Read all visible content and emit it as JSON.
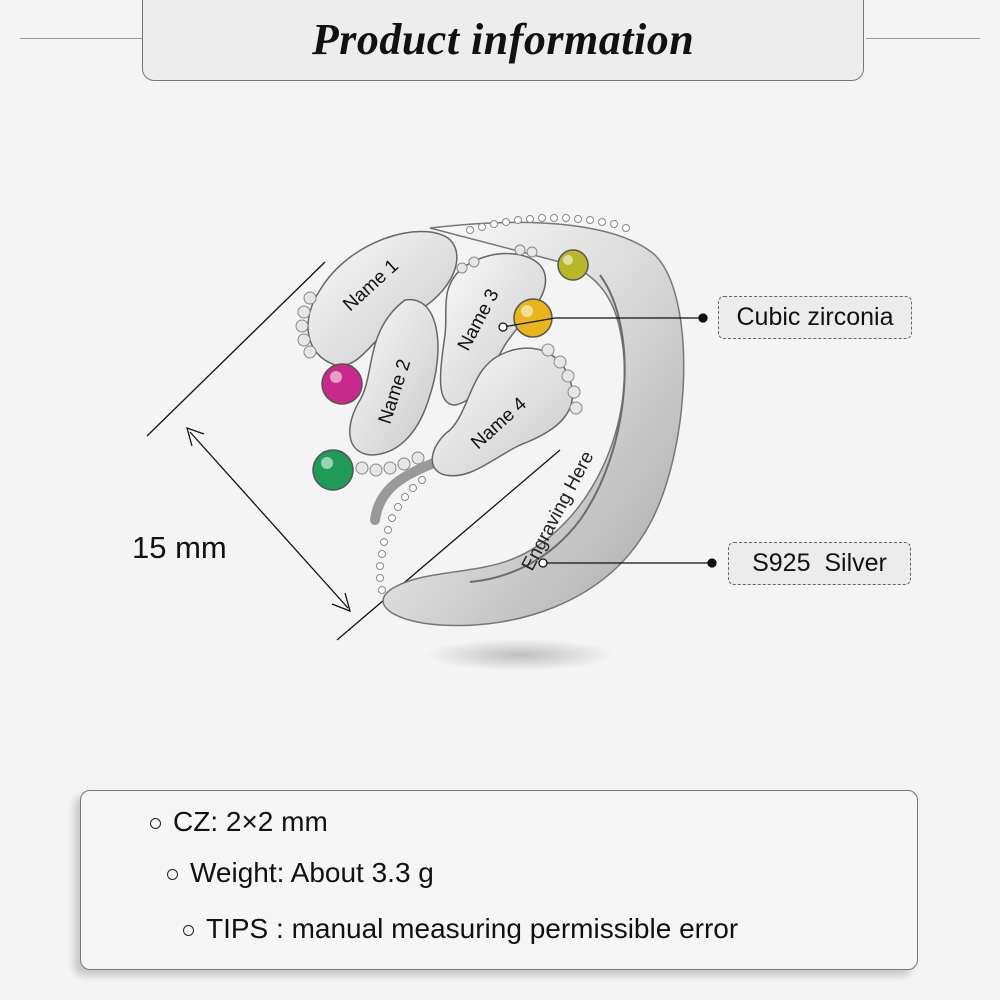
{
  "header": {
    "title": "Product information"
  },
  "dimension": {
    "label": "15 mm"
  },
  "ring": {
    "engravings": [
      "Name 1",
      "Name 2",
      "Name 3",
      "Name 4"
    ],
    "band_engraving": "Engraving Here",
    "stone_colors": [
      "#c9298a",
      "#1f9a57",
      "#e9b51a",
      "#b8b72a"
    ]
  },
  "callouts": {
    "stone": "Cubic zirconia",
    "material": "S925  Silver"
  },
  "specs": {
    "cz": "CZ: 2×2 mm",
    "weight": "Weight: About 3.3 g",
    "tips": "TIPS : manual measuring permissible error"
  }
}
